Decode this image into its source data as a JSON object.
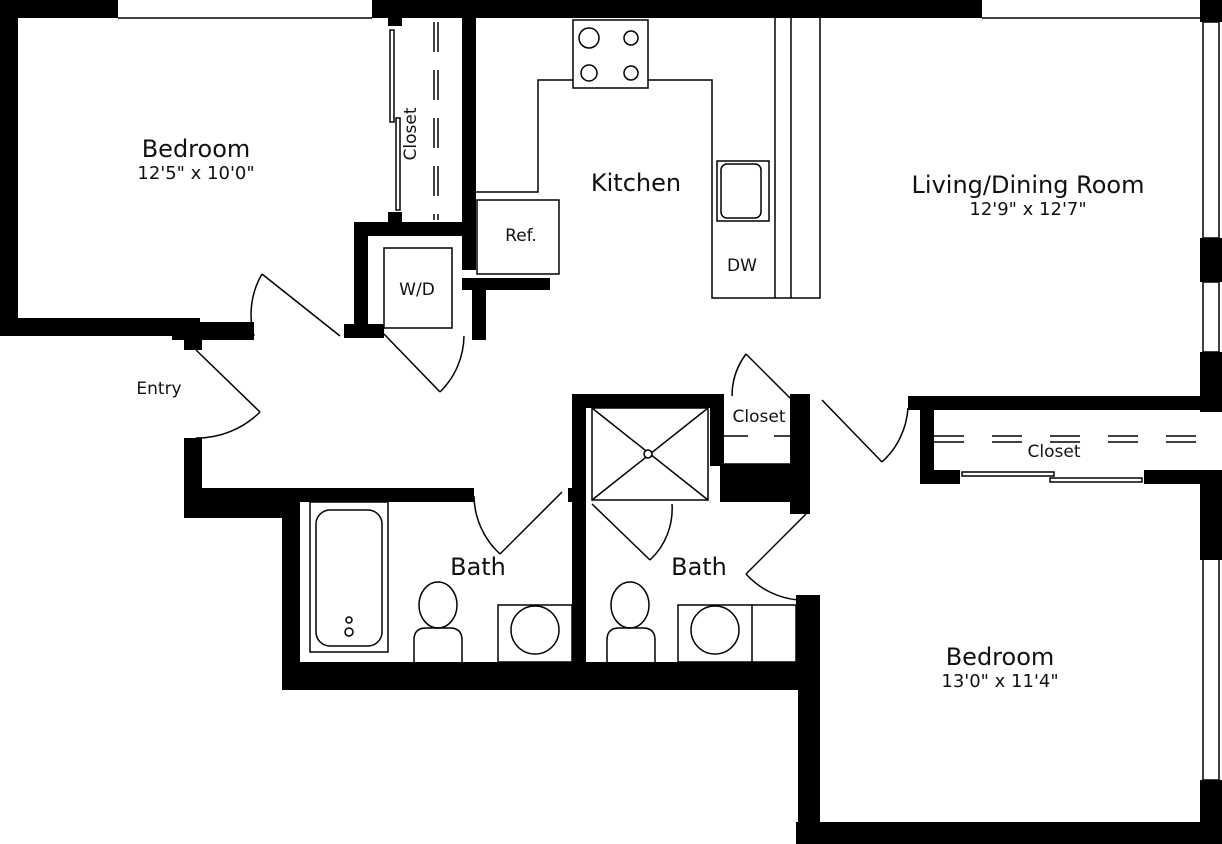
{
  "plan": {
    "rooms": [
      {
        "name": "Bedroom",
        "dims": "12'5\" x 10'0\""
      },
      {
        "name": "Kitchen"
      },
      {
        "name": "Living/Dining Room",
        "dims": "12'9\" x 12'7\""
      },
      {
        "name": "Bath"
      },
      {
        "name": "Bath"
      },
      {
        "name": "Bedroom",
        "dims": "13'0\" x 11'4\""
      }
    ],
    "labels": {
      "closet_bedroom1": "Closet",
      "closet_hall": "Closet",
      "closet_bedroom2": "Closet",
      "entry": "Entry",
      "washer_dryer": "W/D",
      "refrigerator": "Ref.",
      "dishwasher": "DW"
    },
    "colors": {
      "wall": "#000000",
      "background": "#ffffff"
    }
  }
}
